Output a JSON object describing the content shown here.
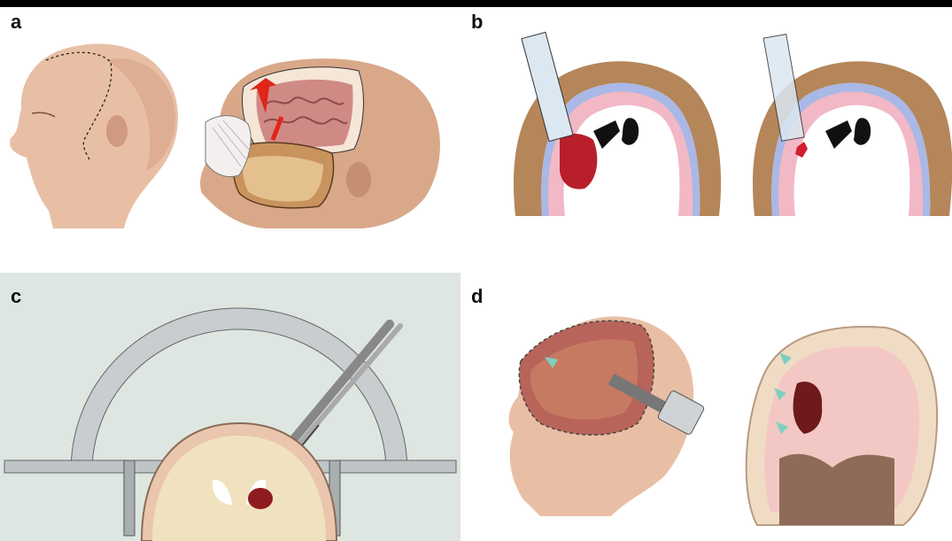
{
  "figure": {
    "panels": [
      {
        "id": "a",
        "label": "a"
      },
      {
        "id": "b",
        "label": "b"
      },
      {
        "id": "c",
        "label": "c"
      },
      {
        "id": "d",
        "label": "d"
      }
    ]
  },
  "colors": {
    "skin": "#e8bfa5",
    "skin_shadow": "#c98f73",
    "hematoma": "#b81f2b",
    "csf": "#a9b8e6",
    "cortex_pink": "#f2b8c6",
    "skull_brown": "#b5865a",
    "panel_c_bg": "#dde6e0",
    "arrow_teal": "#7ecfc1"
  }
}
